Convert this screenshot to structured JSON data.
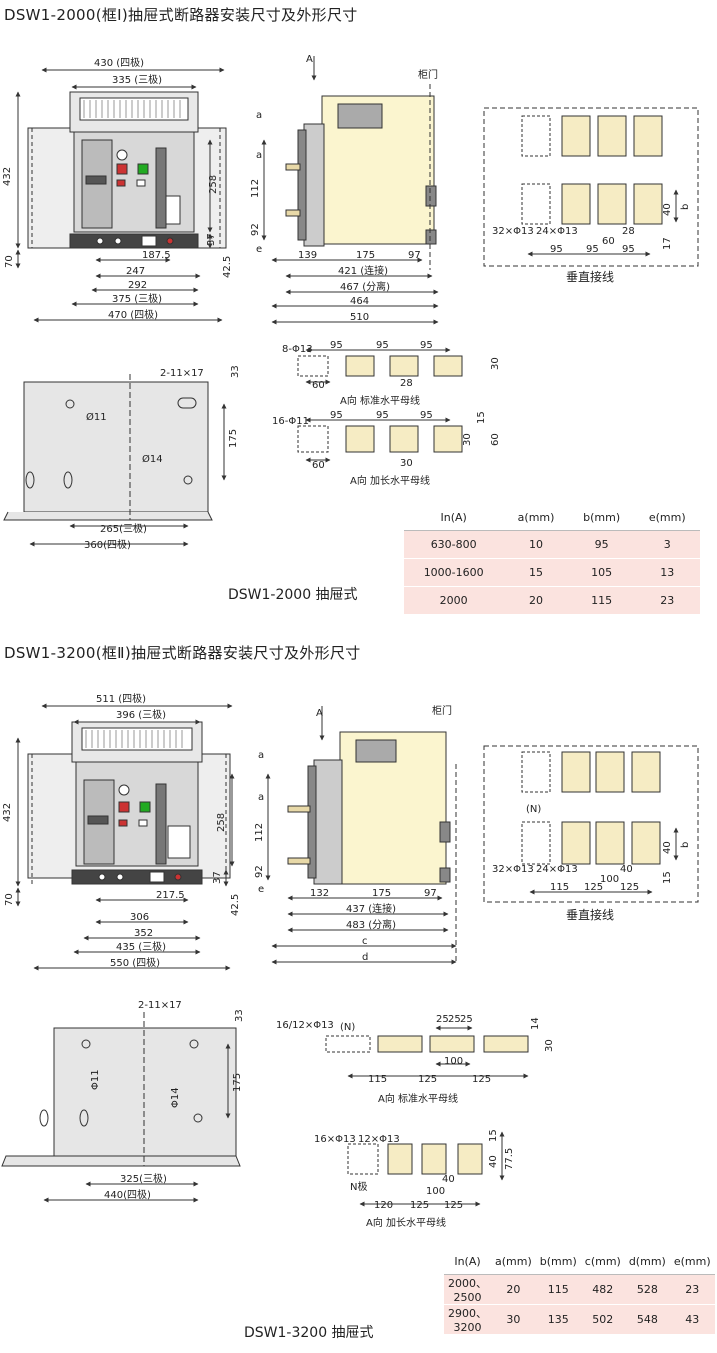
{
  "section1": {
    "heading": "DSW1-2000(框Ⅰ)抽屉式断路器安装尺寸及外形尺寸",
    "caption": "DSW1-2000 抽屉式",
    "front": {
      "dims": [
        "430 (四极)",
        "335 (三极)",
        "432",
        "258",
        "187.5",
        "247",
        "292",
        "375 (三极)",
        "470 (四极)",
        "70",
        "37",
        "42.5"
      ]
    },
    "side": {
      "arrow": "A",
      "door_label": "柜门",
      "dims": [
        "a",
        "a",
        "112",
        "92",
        "e",
        "139",
        "175",
        "97",
        "421 (连接)",
        "467 (分离)",
        "464",
        "510"
      ]
    },
    "vertical_bus": {
      "caption": "垂直接线",
      "dims": [
        "32×Φ13",
        "24×Φ13",
        "28",
        "60",
        "95",
        "95",
        "95",
        "40",
        "b",
        "17"
      ]
    },
    "mount": {
      "dims": [
        "2-11×17",
        "33",
        "Ø11",
        "175",
        "Ø14",
        "265(三极)",
        "360(四极)"
      ]
    },
    "std_bus": {
      "caption": "A向  标准水平母线",
      "dims": [
        "8-Φ13",
        "95",
        "95",
        "95",
        "60",
        "28",
        "30"
      ]
    },
    "ext_bus": {
      "caption": "A向  加长水平母线",
      "dims": [
        "16-Φ11",
        "95",
        "95",
        "95",
        "60",
        "30",
        "30",
        "15",
        "60"
      ]
    },
    "table": {
      "headers": [
        "In(A)",
        "a(mm)",
        "b(mm)",
        "e(mm)"
      ],
      "rows": [
        [
          "630-800",
          "10",
          "95",
          "3"
        ],
        [
          "1000-1600",
          "15",
          "105",
          "13"
        ],
        [
          "2000",
          "20",
          "115",
          "23"
        ]
      ]
    }
  },
  "section2": {
    "heading": "DSW1-3200(框Ⅱ)抽屉式断路器安装尺寸及外形尺寸",
    "caption": "DSW1-3200 抽屉式",
    "front": {
      "dims": [
        "511 (四极)",
        "396 (三极)",
        "432",
        "258",
        "217.5",
        "306",
        "352",
        "435 (三极)",
        "550 (四极)",
        "70",
        "37",
        "42.5"
      ]
    },
    "side": {
      "arrow": "A",
      "door_label": "柜门",
      "dims": [
        "a",
        "a",
        "112",
        "92",
        "e",
        "132",
        "175",
        "97",
        "437 (连接)",
        "483 (分离)",
        "c",
        "d"
      ]
    },
    "vertical_bus": {
      "caption": "垂直接线",
      "n_label": "(N)",
      "dims": [
        "32×Φ13",
        "24×Φ13",
        "40",
        "100",
        "115",
        "125",
        "125",
        "40",
        "b",
        "15"
      ]
    },
    "mount": {
      "dims": [
        "2-11×17",
        "33",
        "Φ11",
        "175",
        "Φ14",
        "325(三极)",
        "440(四极)"
      ]
    },
    "std_bus": {
      "caption": "A向  标准水平母线",
      "n_label": "(N)",
      "dims": [
        "16/12×Φ13",
        "25",
        "25",
        "25",
        "14",
        "30",
        "100",
        "115",
        "125",
        "125"
      ]
    },
    "ext_bus": {
      "caption": "A向  加长水平母线",
      "n_label": "N极",
      "dims": [
        "16×Φ13",
        "12×Φ13",
        "40",
        "100",
        "120",
        "125",
        "125",
        "15",
        "40",
        "77.5"
      ]
    },
    "table": {
      "headers": [
        "In(A)",
        "a(mm)",
        "b(mm)",
        "c(mm)",
        "d(mm)",
        "e(mm)"
      ],
      "rows": [
        [
          "2000、2500",
          "20",
          "115",
          "482",
          "528",
          "23"
        ],
        [
          "2900、3200",
          "30",
          "135",
          "502",
          "548",
          "43"
        ]
      ]
    }
  }
}
